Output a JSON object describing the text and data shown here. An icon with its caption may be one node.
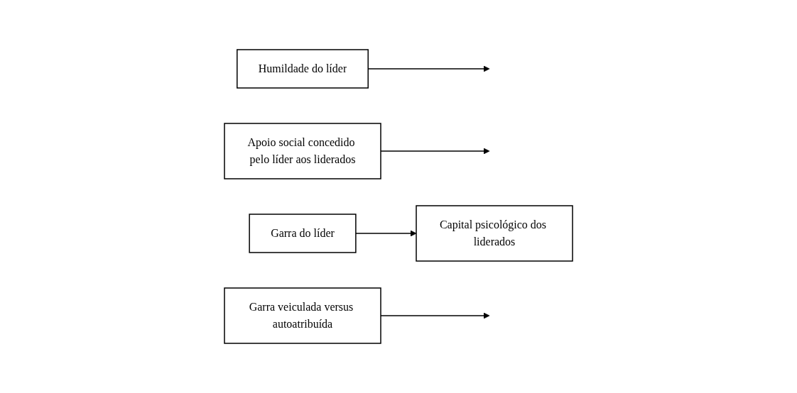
{
  "diagram": {
    "nodes": [
      {
        "text": [
          "Humildade do líder"
        ]
      },
      {
        "text": [
          "Apoio social concedido pelo líder aos liderados"
        ]
      },
      {
        "text": [
          "Garra do líder"
        ]
      },
      {
        "text": [
          "Capital psicológico dos liderados"
        ]
      },
      {
        "text": [
          "Garra veiculada versus autoatribuída"
        ]
      }
    ],
    "edges": [
      {
        "from": 2,
        "to": 3,
        "arrow": "to"
      },
      {
        "from": 0,
        "to": null,
        "arrow": "to"
      },
      {
        "from": 1,
        "to": null,
        "arrow": "to"
      },
      {
        "from": 4,
        "to": null,
        "arrow": "to"
      }
    ]
  }
}
